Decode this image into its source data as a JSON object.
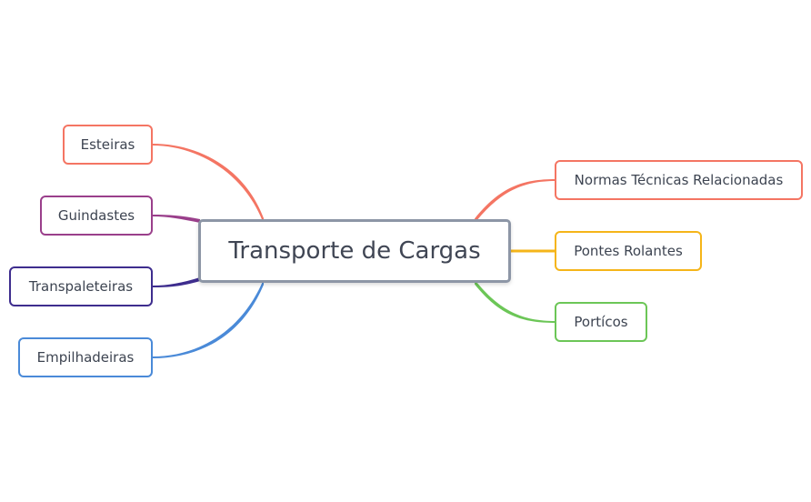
{
  "central": {
    "label": "Transporte de Cargas",
    "color": "#8d96a6"
  },
  "left_topics": [
    {
      "label": "Esteiras",
      "color": "#f47563"
    },
    {
      "label": "Guindastes",
      "color": "#9a3f8b"
    },
    {
      "label": "Transpaleteiras",
      "color": "#3e2d8e"
    },
    {
      "label": "Empilhadeiras",
      "color": "#4a8ad8"
    }
  ],
  "right_topics": [
    {
      "label": "Normas Técnicas Relacionadas",
      "color": "#f47563"
    },
    {
      "label": "Pontes Rolantes",
      "color": "#f5b519"
    },
    {
      "label": "Portícos",
      "color": "#6cc657"
    }
  ]
}
